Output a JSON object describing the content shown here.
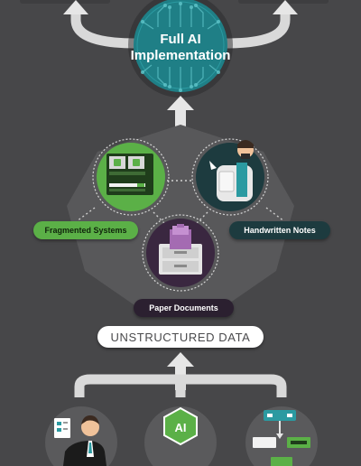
{
  "hub": {
    "title_line1": "Full AI",
    "title_line2": "Implementation"
  },
  "sources": {
    "fragmented": "Fragmented Systems",
    "handwritten": "Handwritten Notes",
    "paper": "Paper Documents"
  },
  "stage_label": "UNSTRUCTURED DATA",
  "bottom": {
    "ai_badge": "AI"
  },
  "colors": {
    "background": "#474749",
    "hub_teal": "#1f7f86",
    "green": "#5bb047",
    "dark_teal": "#1d3b3f",
    "plum": "#3a2740",
    "arrow": "#e6e6e6"
  }
}
